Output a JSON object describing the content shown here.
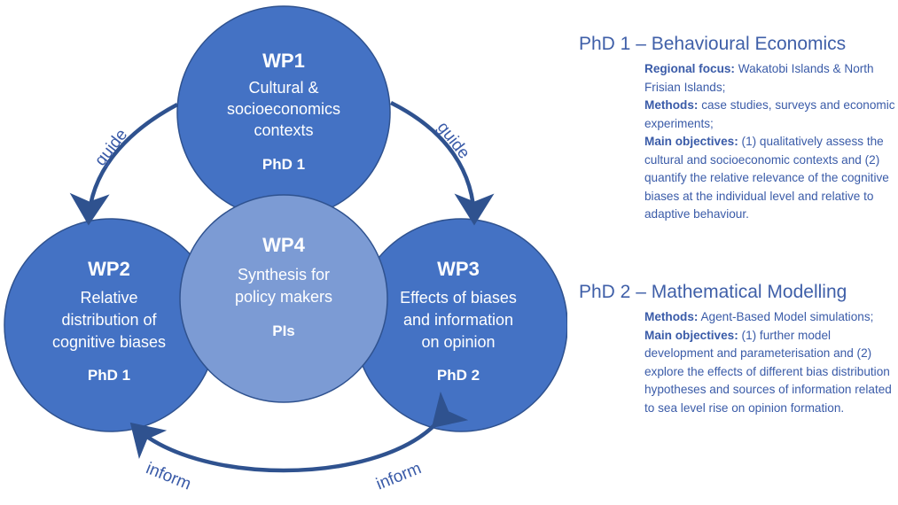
{
  "workpackages": {
    "wp1": {
      "title": "WP1",
      "desc_lines": [
        "Cultural &",
        "socioeconomics",
        "contexts"
      ],
      "phd": "PhD 1"
    },
    "wp2": {
      "title": "WP2",
      "desc_lines": [
        "Relative",
        "distribution of",
        "cognitive biases"
      ],
      "phd": "PhD 1"
    },
    "wp3": {
      "title": "WP3",
      "desc_lines": [
        "Effects of biases",
        "and information",
        "on opinion"
      ],
      "phd": "PhD 2"
    },
    "wp4": {
      "title": "WP4",
      "desc_lines": [
        "Synthesis for",
        "policy makers"
      ],
      "phd": "PIs"
    }
  },
  "arrows": {
    "guide_left": "guide",
    "guide_right": "guide",
    "inform_left": "inform",
    "inform_right": "inform"
  },
  "phd1": {
    "heading": "PhD 1 – Behavioural Economics",
    "details": [
      {
        "key": "Regional focus:",
        "value": " Wakatobi Islands & North Frisian Islands;"
      },
      {
        "key": "Methods:",
        "value": " case studies, surveys and economic experiments;"
      },
      {
        "key": "Main objectives:",
        "value": " (1) qualitatively assess the cultural and socioeconomic contexts and (2) quantify the relative relevance of the cognitive biases at the individual level and relative to adaptive behaviour."
      }
    ]
  },
  "phd2": {
    "heading": "PhD 2 – Mathematical Modelling",
    "details": [
      {
        "key": "Methods:",
        "value": " Agent-Based Model simulations;"
      },
      {
        "key": "Main objectives:",
        "value": " (1) further model development and parameterisation and (2) explore the effects of different bias distribution hypotheses and sources of information related to sea level rise on opinion formation."
      }
    ]
  },
  "colors": {
    "circle_fill": "#4472c4",
    "circle_stroke": "#2f528f",
    "center_fill": "#7c9bd4",
    "arrow": "#2f528f",
    "text": "#3a5ba8"
  }
}
